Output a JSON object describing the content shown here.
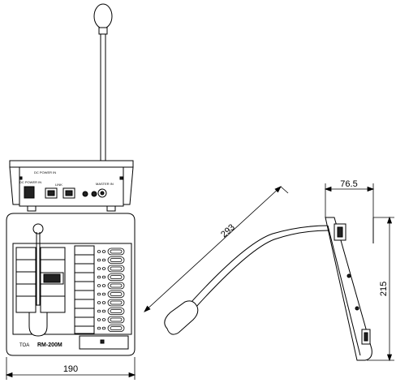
{
  "drawing": {
    "subject": "RM-200M",
    "dimensions": {
      "width": "190",
      "gooseneck": "293",
      "depth": "76.5",
      "height": "215"
    },
    "labels": {
      "brand": "TOA",
      "model": "RM-200M",
      "rear_top_label": "DC POWER IN",
      "rear_left_label": "DC POWER IN",
      "rear_link_label": "LINK",
      "rear_right_label": "MASTER IN"
    },
    "indicator_rows": 10
  }
}
